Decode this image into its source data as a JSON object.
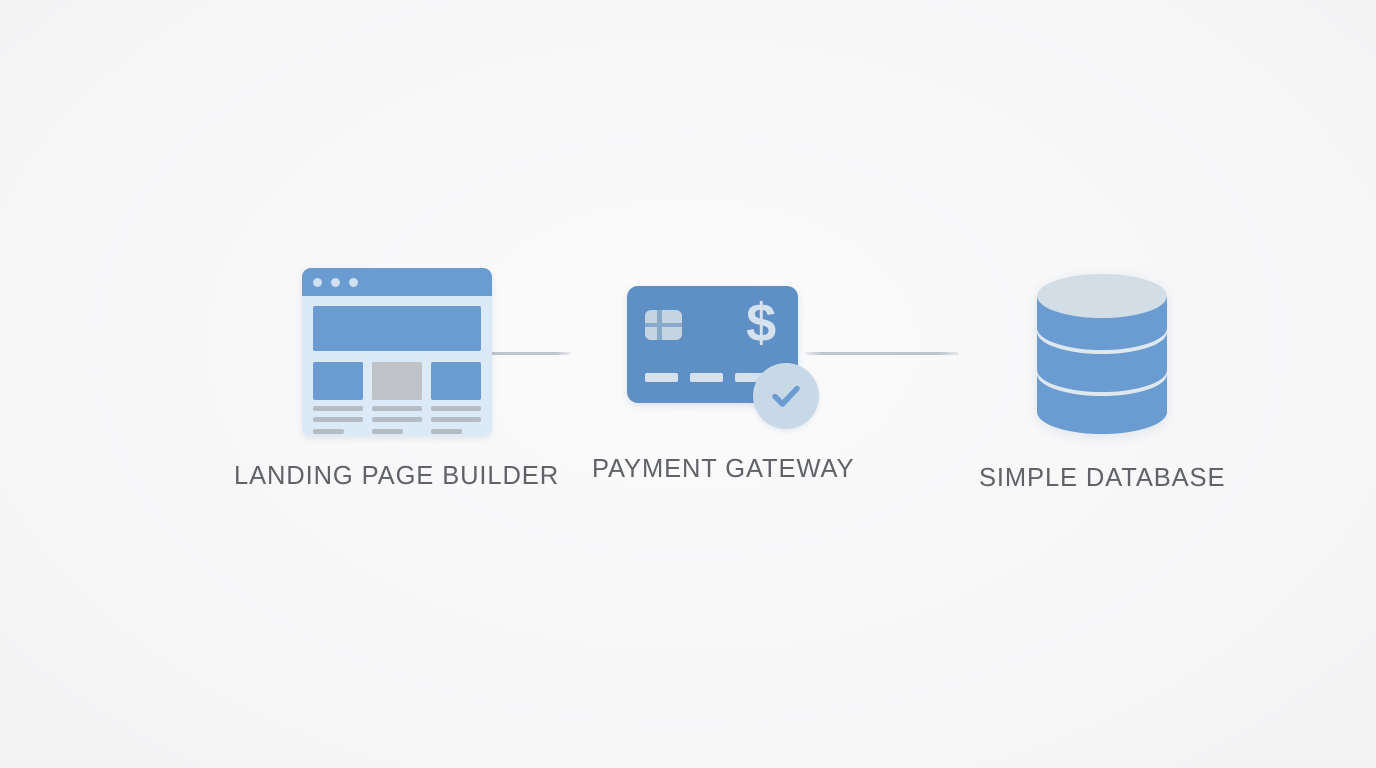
{
  "page": {
    "background_color": "#f7f7f8",
    "title": ""
  },
  "palette": {
    "primary_blue": "#6a9bd1",
    "card_blue": "#5e90c6",
    "light_blue": "#dce9f6",
    "pale_blue": "#d5e2ee",
    "badge_blue": "#c8d8e6",
    "db_top": "#d3dde6",
    "gray_block": "#bfc2c6",
    "line_gray": "#b6bcc4",
    "connector_gray": "#bfc5cd",
    "label_gray": "#5f6368"
  },
  "diagram": {
    "type": "flow",
    "orientation": "horizontal",
    "nodes": [
      {
        "id": "landing-page-builder",
        "label": "LANDING PAGE BUILDER",
        "icon": "browser-window-icon",
        "icon_parts": {
          "titlebar_dots": 3,
          "hero_block": true,
          "columns": [
            {
              "thumb_color": "#6a9bd1",
              "text_lines": 3
            },
            {
              "thumb_color": "#bfc2c6",
              "text_lines": 3
            },
            {
              "thumb_color": "#6a9bd1",
              "text_lines": 3
            }
          ]
        }
      },
      {
        "id": "payment-gateway",
        "label": "PAYMENT GATEWAY",
        "icon": "credit-card-icon",
        "icon_parts": {
          "chip": true,
          "currency_symbol": "$",
          "dashes": 3,
          "badge": "check-badge-icon"
        }
      },
      {
        "id": "simple-database",
        "label": "SIMPLE DATABASE",
        "icon": "database-cylinder-icon",
        "icon_parts": {
          "segments": 3
        }
      }
    ],
    "connectors": [
      {
        "id": "connector-1",
        "from": "landing-page-builder",
        "to": "payment-gateway"
      },
      {
        "id": "connector-2",
        "from": "payment-gateway",
        "to": "simple-database"
      }
    ]
  }
}
